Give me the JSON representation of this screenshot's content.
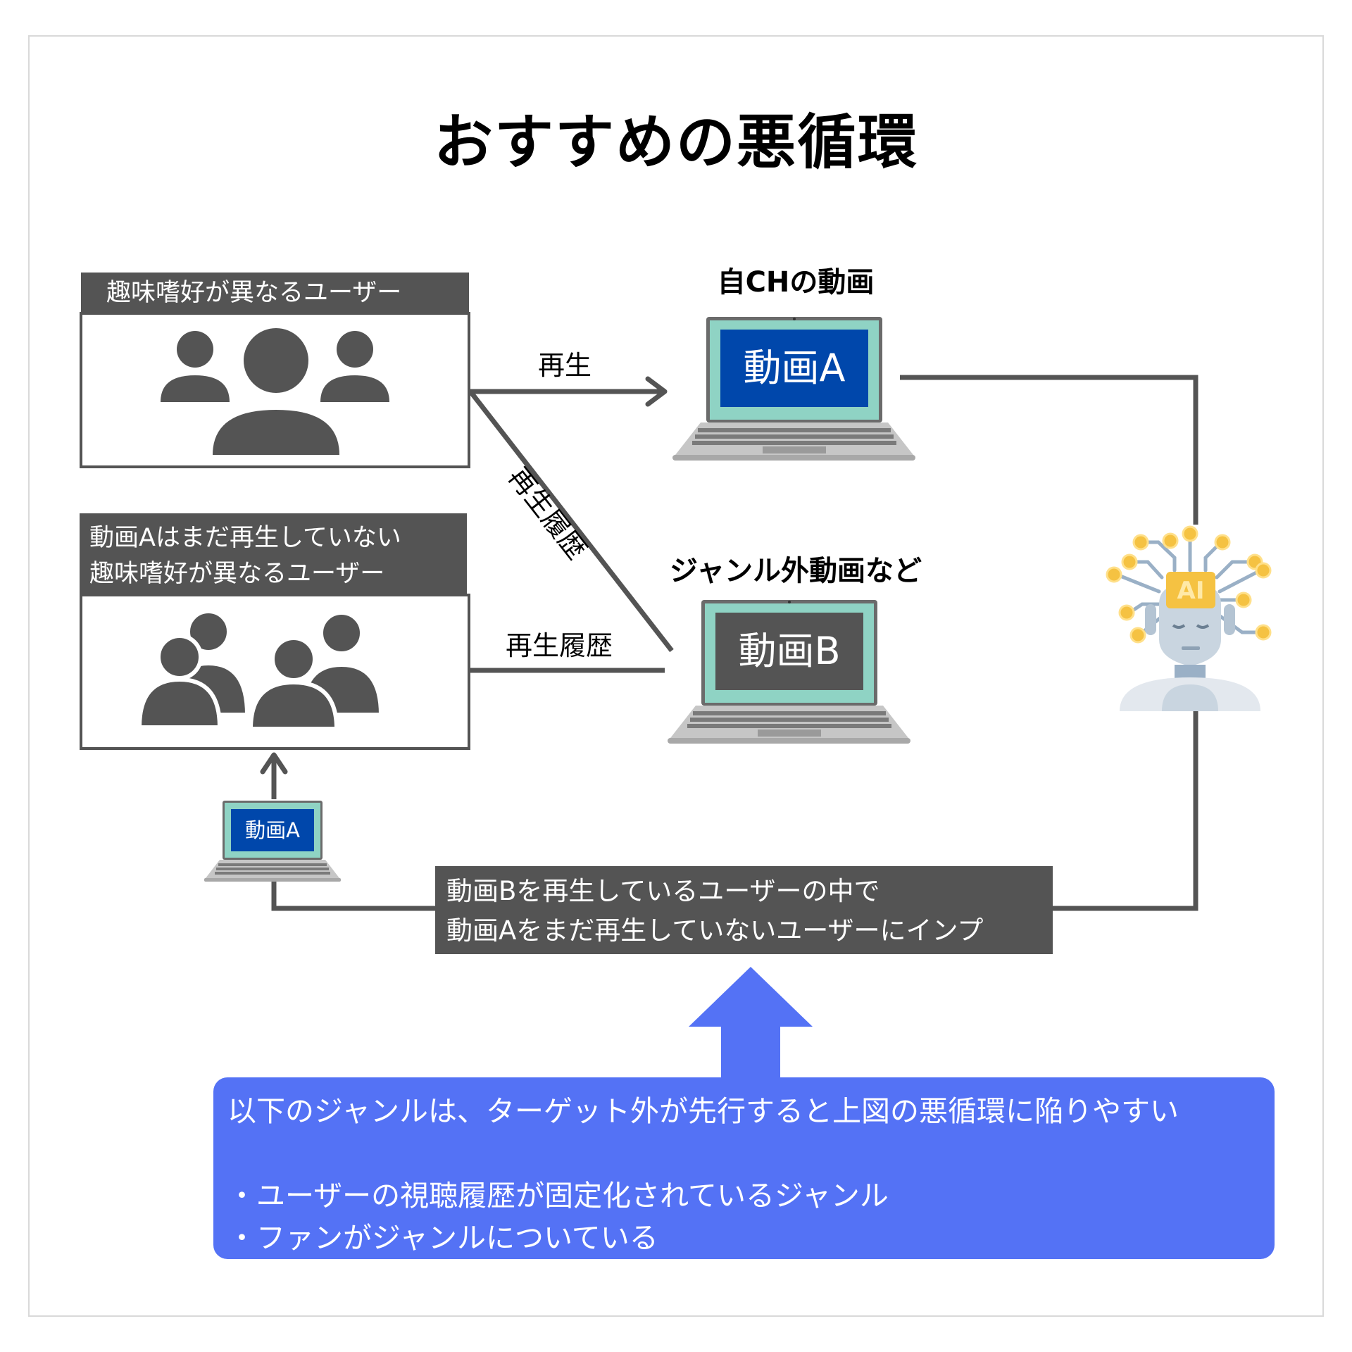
{
  "title": "おすすめの悪循環",
  "group1": {
    "header": "趣味嗜好が異なるユーザー"
  },
  "group2": {
    "header_line1": "動画Aはまだ再生していない",
    "header_line2": "趣味嗜好が異なるユーザー"
  },
  "video_a": {
    "caption": "自CHの動画",
    "screen": "動画A"
  },
  "video_b": {
    "caption": "ジャンル外動画など",
    "screen": "動画B"
  },
  "small_laptop": {
    "screen": "動画A"
  },
  "edges": {
    "play": "再生",
    "history_diag": "再生履歴",
    "history": "再生履歴"
  },
  "impression": {
    "line1": "動画Bを再生しているユーザーの中で",
    "line2": "動画Aをまだ再生していないユーザーにインプ"
  },
  "note": {
    "heading": "以下のジャンルは、ターゲット外が先行すると上図の悪循環に陥りやすい",
    "bullets": [
      "・ユーザーの視聴履歴が固定化されているジャンル",
      "・ファンがジャンルについている"
    ]
  },
  "ai_badge": "AI",
  "colors": {
    "dark": "#545454",
    "blue_arrow": "#5472f5",
    "screen_blue": "#0047ab",
    "laptop_frame": "#8fd3c4",
    "ai_gold": "#f5c242"
  }
}
